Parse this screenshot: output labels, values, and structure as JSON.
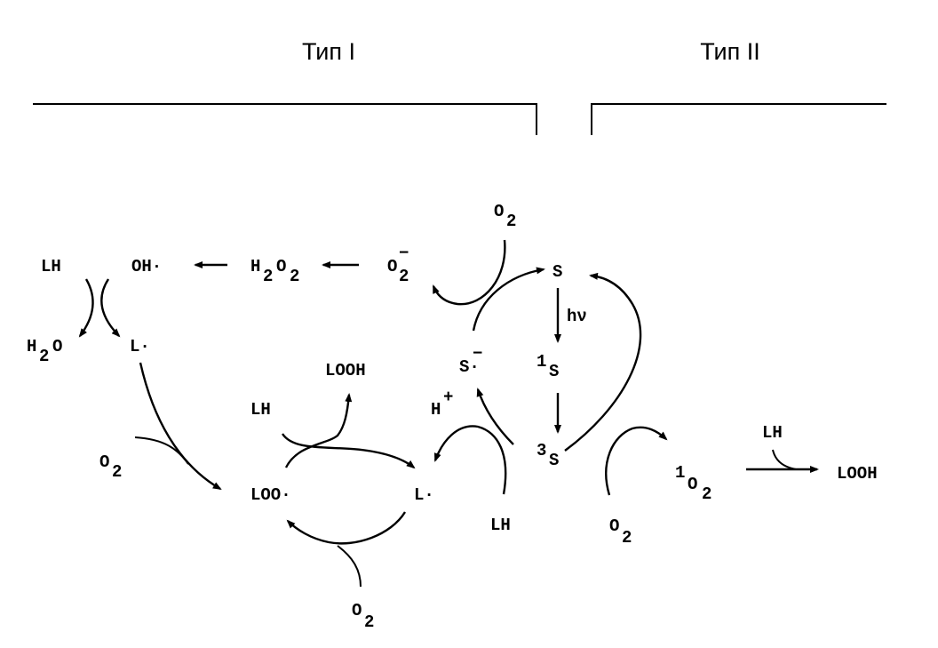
{
  "header": {
    "type1": "Тип I",
    "type2": "Тип II"
  },
  "species": {
    "lh_top": "LH",
    "oh_radical": "OH·",
    "h2o2_h": "H",
    "h2o2_o": "O",
    "sub2": "2",
    "o2_minus_o": "O",
    "minus": "−",
    "o2_o": "O",
    "s": "S",
    "hv": "hν",
    "one": "1",
    "three": "3",
    "s_radical_anion": "S·",
    "looh": "LOOH",
    "h_plus": "H",
    "plus": "+",
    "h2o_h": "H",
    "h2o_o": "O",
    "l_radical": "L·",
    "loo_radical": "LOO·",
    "lh": "LH"
  }
}
